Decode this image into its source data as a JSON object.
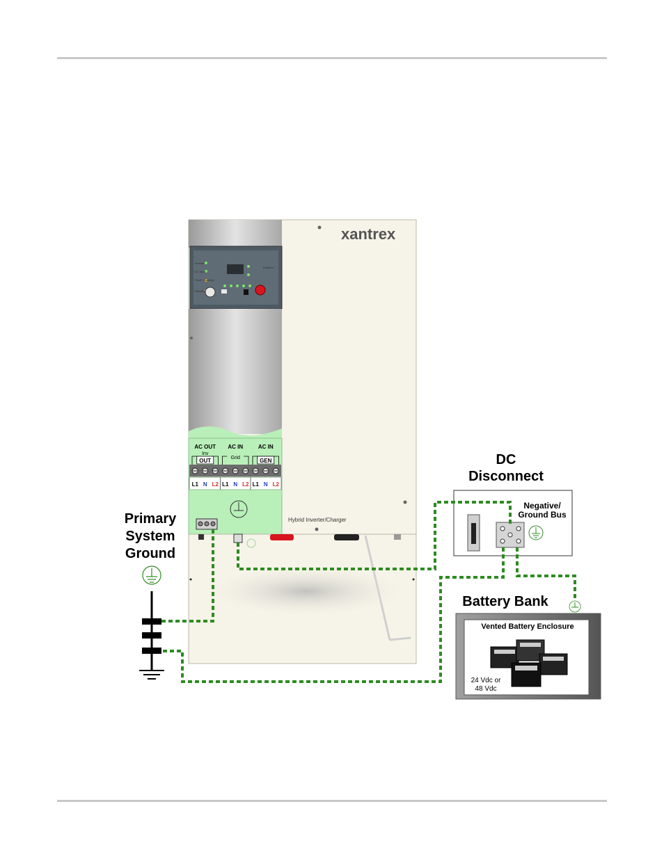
{
  "inverter": {
    "brand": "xantrex",
    "model_label": "Hybrid Inverter/Charger",
    "panel_labels": [
      "Inverter",
      "AC Input",
      "Fault / Warning",
      "Equalize",
      "Standby"
    ],
    "terminal_groups": [
      {
        "header": "AC OUT",
        "sub": "Inv",
        "box": "OUT"
      },
      {
        "header": "AC IN",
        "sub": "Grid",
        "box": ""
      },
      {
        "header": "AC IN",
        "sub": "",
        "box": "GEN"
      }
    ],
    "terminal_labels": [
      "L1",
      "N",
      "L2",
      "L1",
      "N",
      "L2",
      "L1",
      "N",
      "L2"
    ]
  },
  "labels": {
    "primary_ground_line1": "Primary",
    "primary_ground_line2": "System",
    "primary_ground_line3": "Ground",
    "dc_disconnect_line1": "DC",
    "dc_disconnect_line2": "Disconnect",
    "negative_bus_line1": "Negative/",
    "negative_bus_line2": "Ground Bus",
    "battery_bank": "Battery Bank",
    "enclosure": "Vented Battery Enclosure",
    "voltage_line1": "24 Vdc or",
    "voltage_line2": "48 Vdc"
  },
  "colors": {
    "ground_wire": "#2e8b22",
    "terminal_block": "#b9efb9",
    "cabinet": "#f6f4e8",
    "l2_red": "#d0312d",
    "n_blue": "#1f3fbf"
  }
}
